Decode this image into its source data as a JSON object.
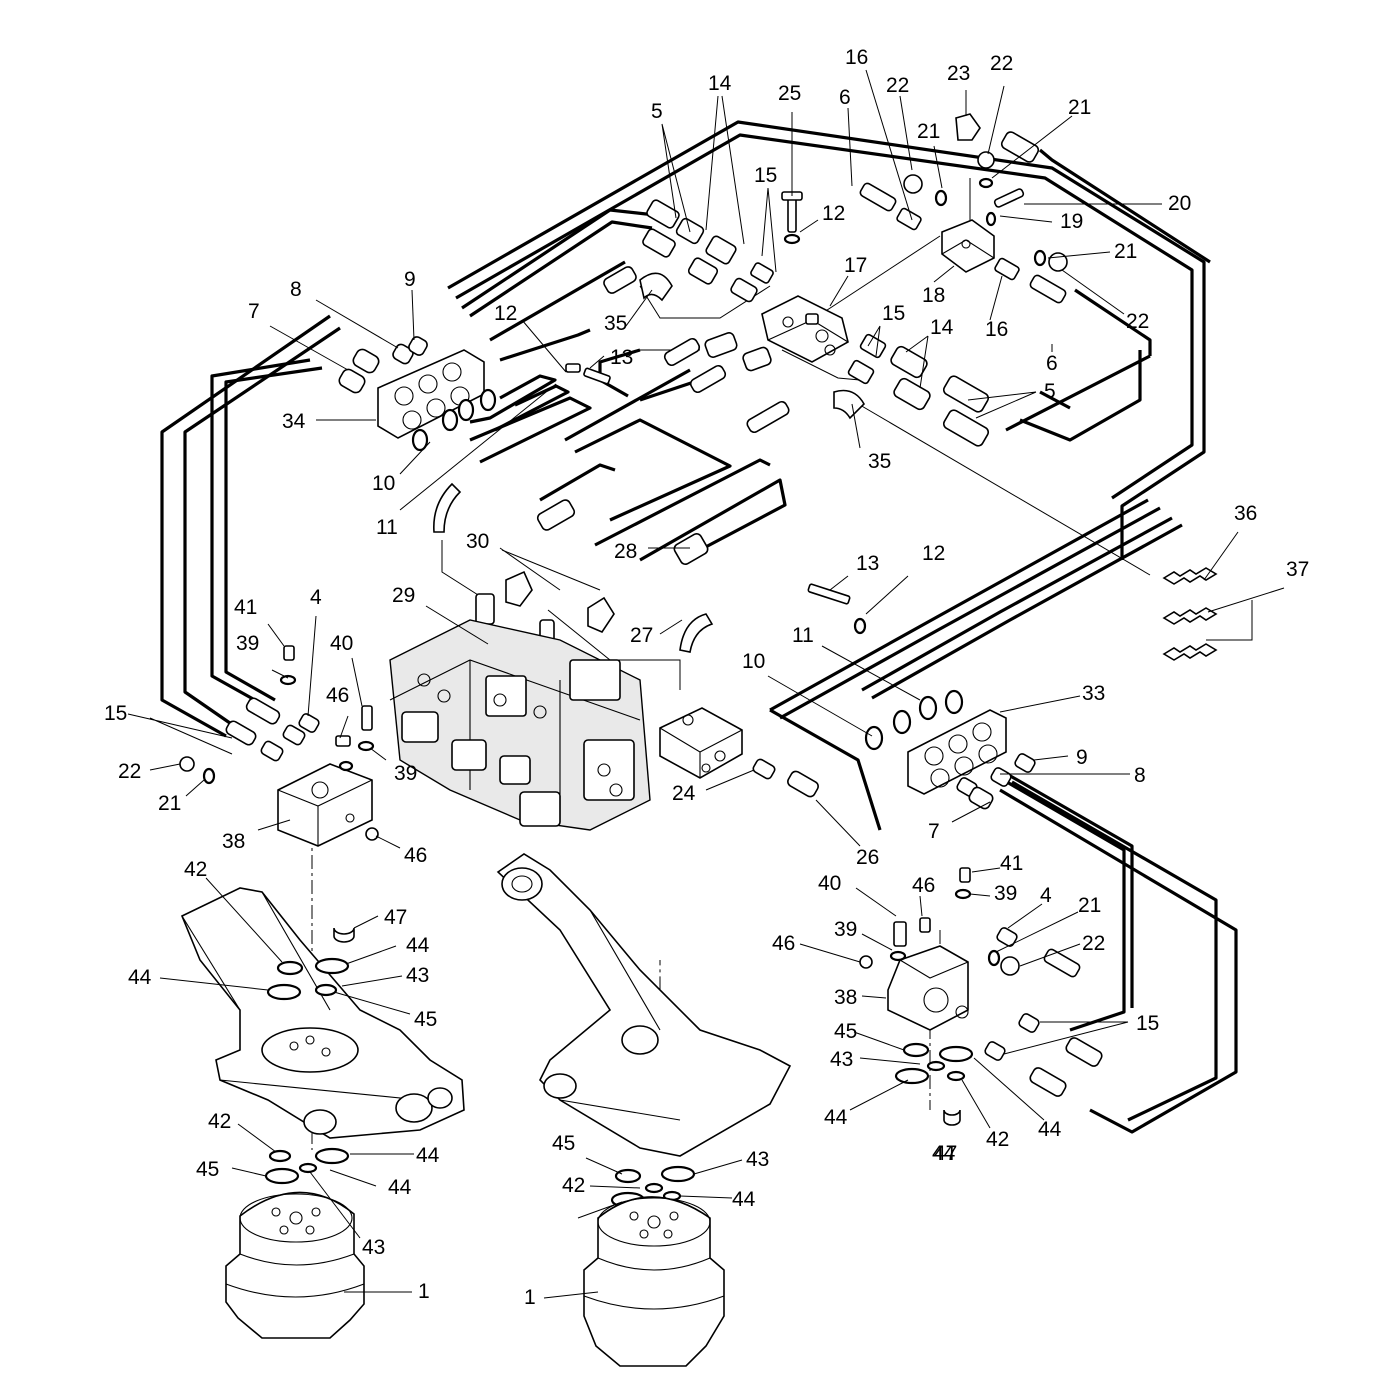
{
  "callouts": [
    {
      "text": "16"
    },
    {
      "text": "22"
    },
    {
      "text": "23"
    },
    {
      "text": "22"
    },
    {
      "text": "14"
    },
    {
      "text": "25"
    },
    {
      "text": "6"
    },
    {
      "text": "21"
    },
    {
      "text": "21"
    },
    {
      "text": "5"
    },
    {
      "text": "15"
    },
    {
      "text": "20"
    },
    {
      "text": "12"
    },
    {
      "text": "19"
    },
    {
      "text": "21"
    },
    {
      "text": "17"
    },
    {
      "text": "18"
    },
    {
      "text": "16"
    },
    {
      "text": "22"
    },
    {
      "text": "9"
    },
    {
      "text": "8"
    },
    {
      "text": "12"
    },
    {
      "text": "35"
    },
    {
      "text": "15"
    },
    {
      "text": "14"
    },
    {
      "text": "6"
    },
    {
      "text": "7"
    },
    {
      "text": "13"
    },
    {
      "text": "5"
    },
    {
      "text": "34"
    },
    {
      "text": "35"
    },
    {
      "text": "10"
    },
    {
      "text": "11"
    },
    {
      "text": "36"
    },
    {
      "text": "30"
    },
    {
      "text": "28"
    },
    {
      "text": "13"
    },
    {
      "text": "12"
    },
    {
      "text": "37"
    },
    {
      "text": "29"
    },
    {
      "text": "41"
    },
    {
      "text": "4"
    },
    {
      "text": "27"
    },
    {
      "text": "11"
    },
    {
      "text": "39"
    },
    {
      "text": "40"
    },
    {
      "text": "10"
    },
    {
      "text": "33"
    },
    {
      "text": "15"
    },
    {
      "text": "46"
    },
    {
      "text": "39"
    },
    {
      "text": "9"
    },
    {
      "text": "22"
    },
    {
      "text": "8"
    },
    {
      "text": "21"
    },
    {
      "text": "24"
    },
    {
      "text": "7"
    },
    {
      "text": "38"
    },
    {
      "text": "46"
    },
    {
      "text": "26"
    },
    {
      "text": "41"
    },
    {
      "text": "40"
    },
    {
      "text": "46"
    },
    {
      "text": "39"
    },
    {
      "text": "4"
    },
    {
      "text": "42"
    },
    {
      "text": "47"
    },
    {
      "text": "21"
    },
    {
      "text": "39"
    },
    {
      "text": "44"
    },
    {
      "text": "46"
    },
    {
      "text": "22"
    },
    {
      "text": "44"
    },
    {
      "text": "43"
    },
    {
      "text": "38"
    },
    {
      "text": "45"
    },
    {
      "text": "15"
    },
    {
      "text": "45"
    },
    {
      "text": "43"
    },
    {
      "text": "44"
    },
    {
      "text": "42"
    },
    {
      "text": "44"
    },
    {
      "text": "42"
    },
    {
      "text": "44"
    },
    {
      "text": "47"
    },
    {
      "text": "44"
    },
    {
      "text": "45"
    },
    {
      "text": "44"
    },
    {
      "text": "45"
    },
    {
      "text": "43"
    },
    {
      "text": "42"
    },
    {
      "text": "44"
    },
    {
      "text": "43"
    },
    {
      "text": "1"
    },
    {
      "text": "1"
    }
  ]
}
